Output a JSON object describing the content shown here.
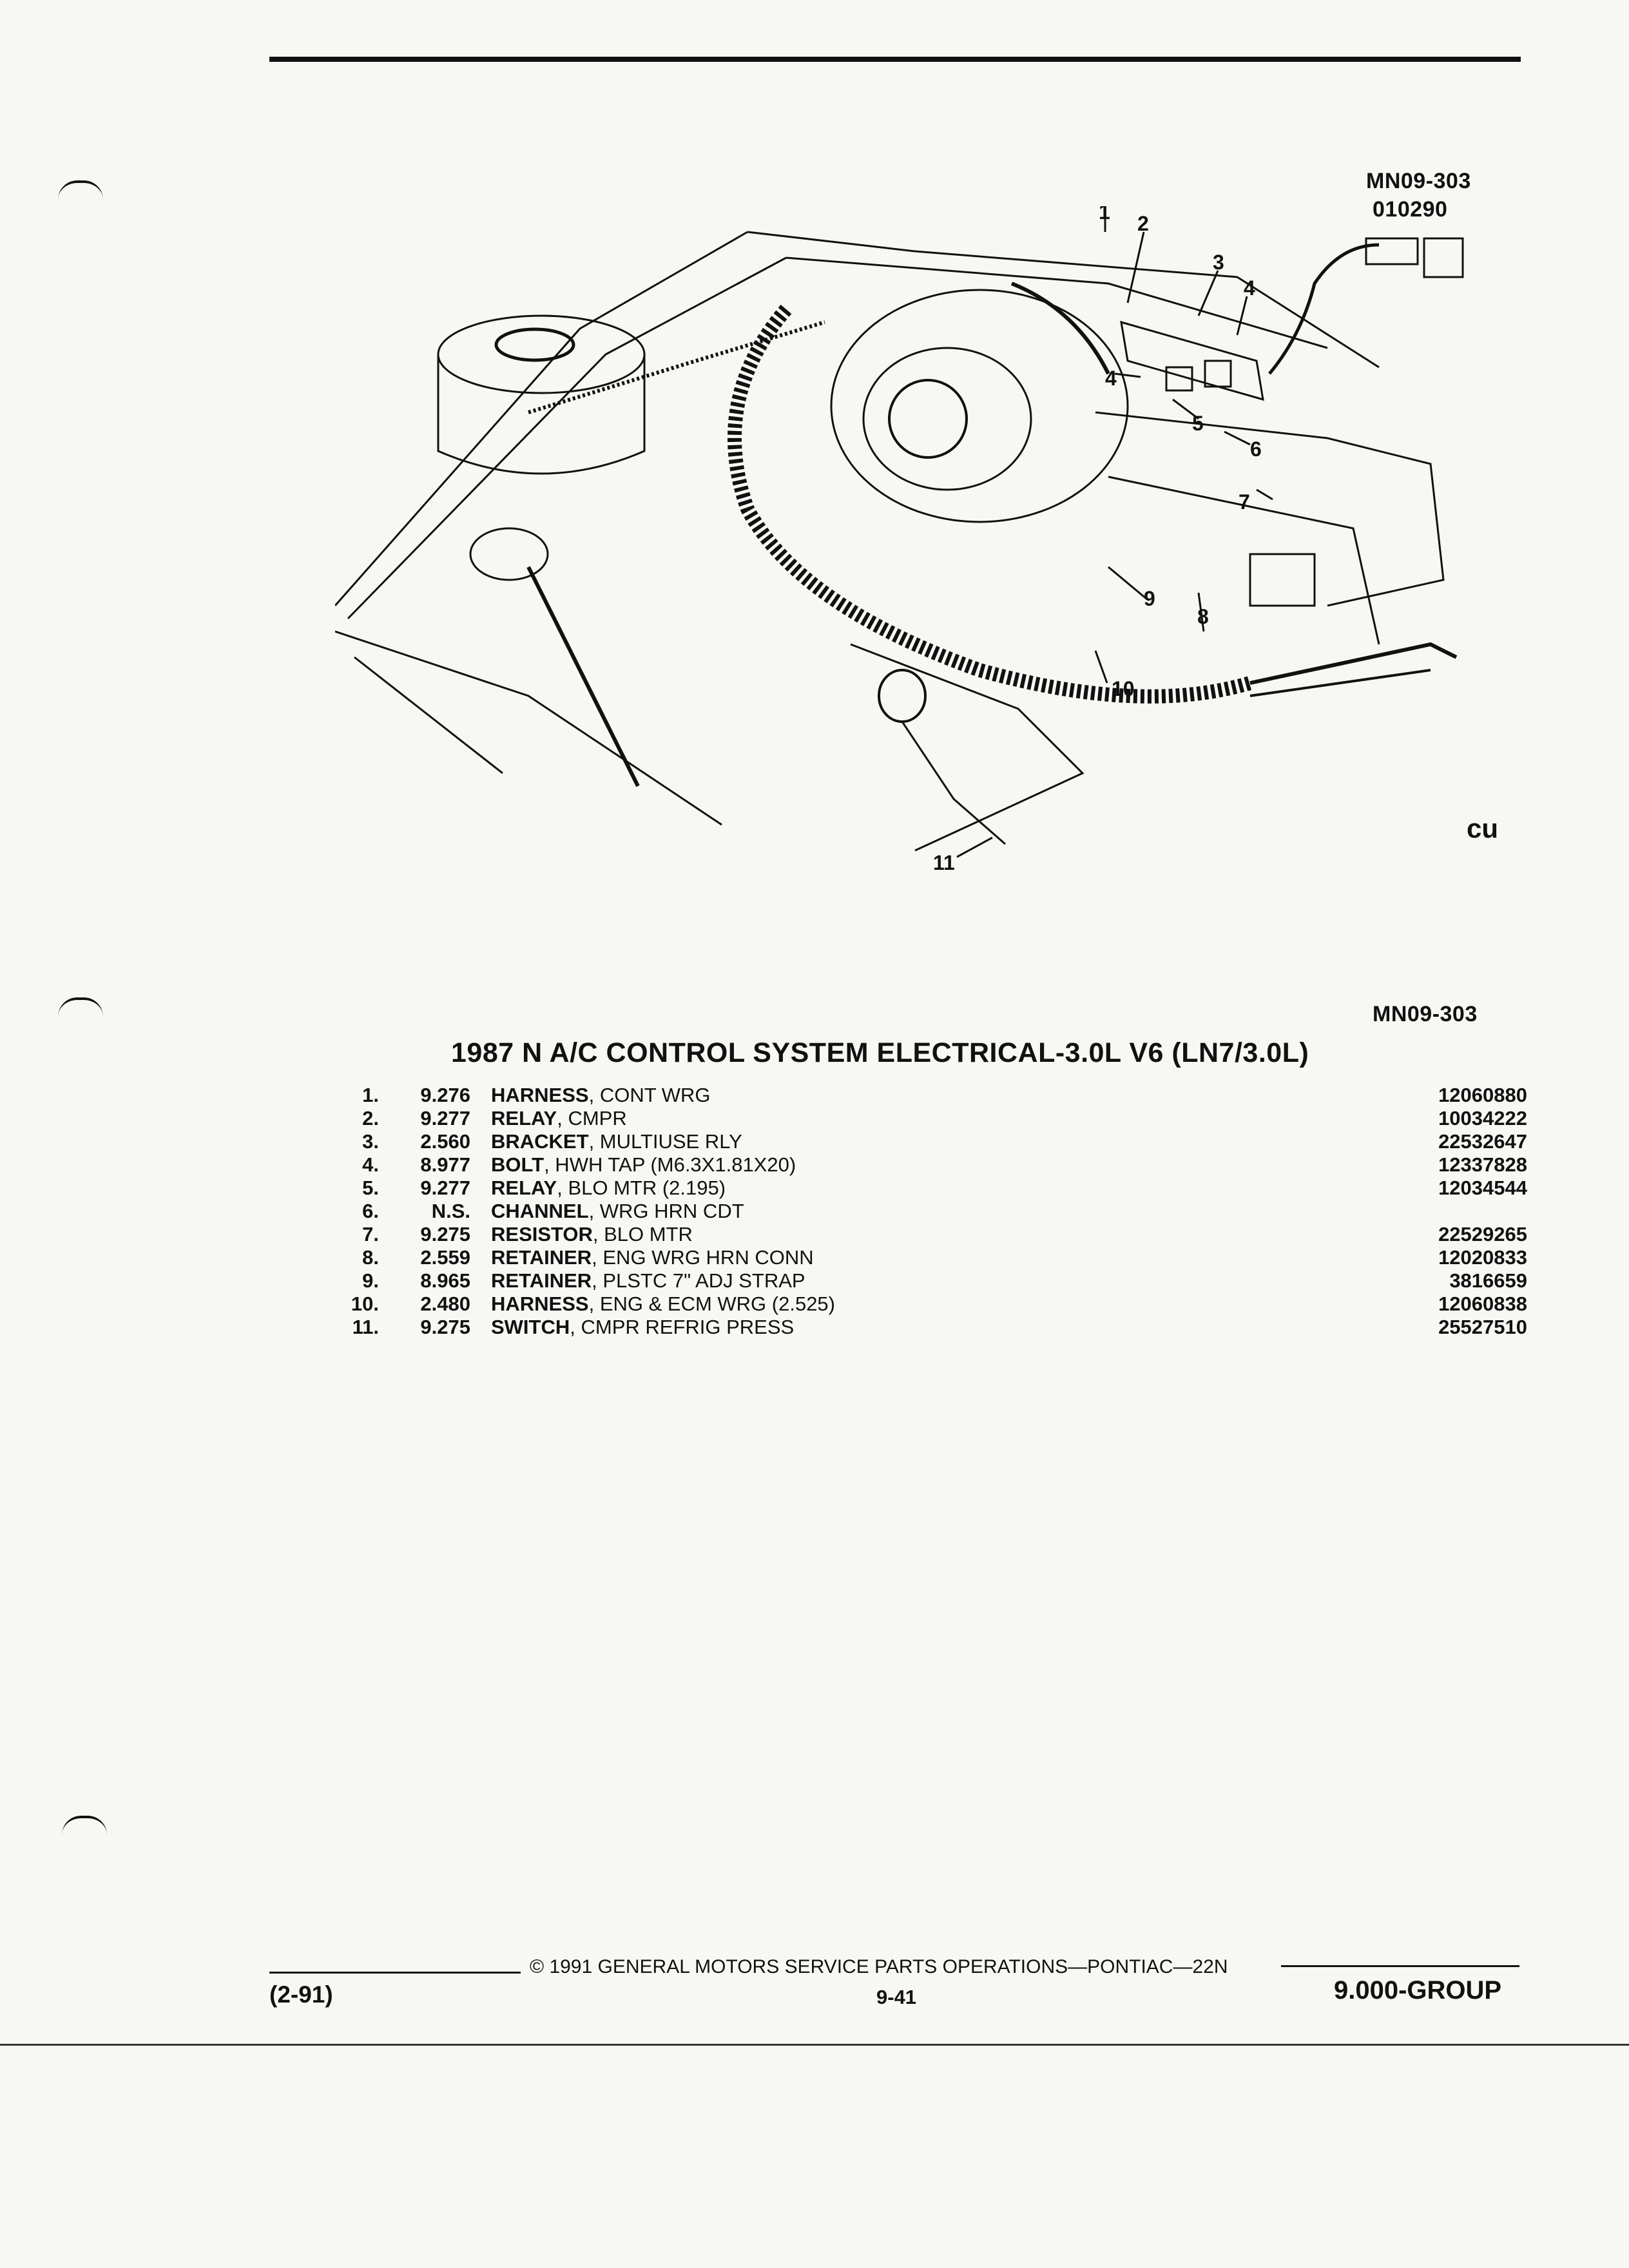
{
  "figure": {
    "code_top": "MN09-303",
    "date_code": "010290",
    "code_bottom": "MN09-303",
    "callouts": [
      "1",
      "2",
      "3",
      "4",
      "5",
      "6",
      "7",
      "8",
      "9",
      "10",
      "11"
    ],
    "mark": "cu"
  },
  "title": "1987 N A/C CONTROL SYSTEM ELECTRICAL-3.0L V6 (LN7/3.0L)",
  "parts": [
    {
      "num": "1.",
      "group": "9.276",
      "name": "HARNESS",
      "desc": ", CONT WRG",
      "part": "12060880"
    },
    {
      "num": "2.",
      "group": "9.277",
      "name": "RELAY",
      "desc": ", CMPR",
      "part": "10034222"
    },
    {
      "num": "3.",
      "group": "2.560",
      "name": "BRACKET",
      "desc": ", MULTIUSE RLY",
      "part": "22532647"
    },
    {
      "num": "4.",
      "group": "8.977",
      "name": "BOLT",
      "desc": ", HWH TAP (M6.3X1.81X20)",
      "part": "12337828"
    },
    {
      "num": "5.",
      "group": "9.277",
      "name": "RELAY",
      "desc": ", BLO MTR (2.195)",
      "part": "12034544"
    },
    {
      "num": "6.",
      "group": "N.S.",
      "name": "CHANNEL",
      "desc": ", WRG HRN CDT",
      "part": ""
    },
    {
      "num": "7.",
      "group": "9.275",
      "name": "RESISTOR",
      "desc": ", BLO MTR",
      "part": "22529265"
    },
    {
      "num": "8.",
      "group": "2.559",
      "name": "RETAINER",
      "desc": ", ENG WRG HRN CONN",
      "part": "12020833"
    },
    {
      "num": "9.",
      "group": "8.965",
      "name": "RETAINER",
      "desc": ", PLSTC 7\" ADJ STRAP",
      "part": "3816659"
    },
    {
      "num": "10.",
      "group": "2.480",
      "name": "HARNESS",
      "desc": ", ENG & ECM WRG (2.525)",
      "part": "12060838"
    },
    {
      "num": "11.",
      "group": "9.275",
      "name": "SWITCH",
      "desc": ", CMPR REFRIG PRESS",
      "part": "25527510"
    }
  ],
  "footer": {
    "copyright": "© 1991 GENERAL MOTORS SERVICE PARTS OPERATIONS—PONTIAC—22N",
    "revision": "(2-91)",
    "page": "9-41",
    "group": "9.000-GROUP"
  }
}
